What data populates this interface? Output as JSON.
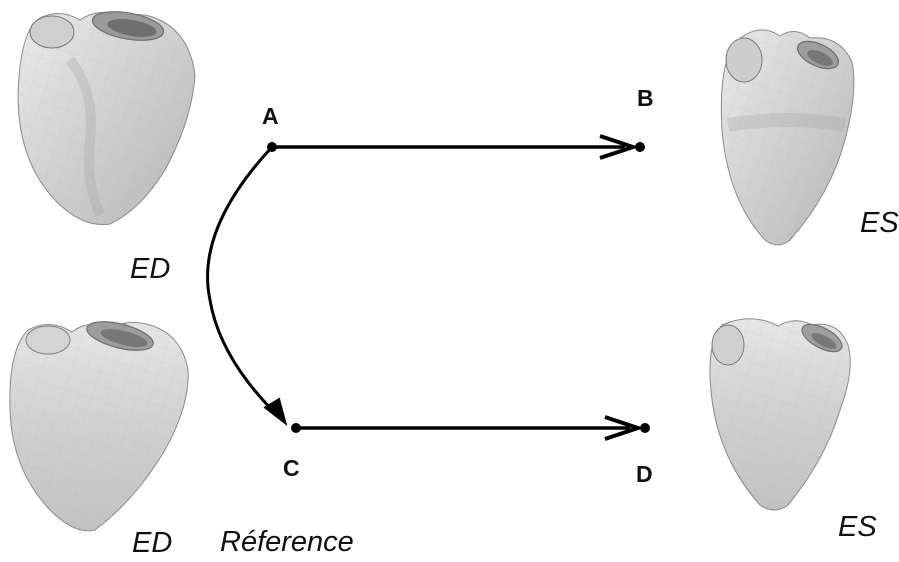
{
  "points": {
    "a": "A",
    "b": "B",
    "c": "C",
    "d": "D"
  },
  "labels": {
    "ed_top": "ED",
    "ed_bottom": "ED",
    "es_top": "ES",
    "es_bottom": "ES",
    "reference": "Réference"
  },
  "colors": {
    "arrow": "#000000",
    "heart_light": "#e4e4e4",
    "heart_mid": "#c9c9c9",
    "heart_dark": "#9a9a9a",
    "heart_outline": "#6e6e6e"
  },
  "icons": {
    "hearts": "heart-mesh-icon"
  }
}
